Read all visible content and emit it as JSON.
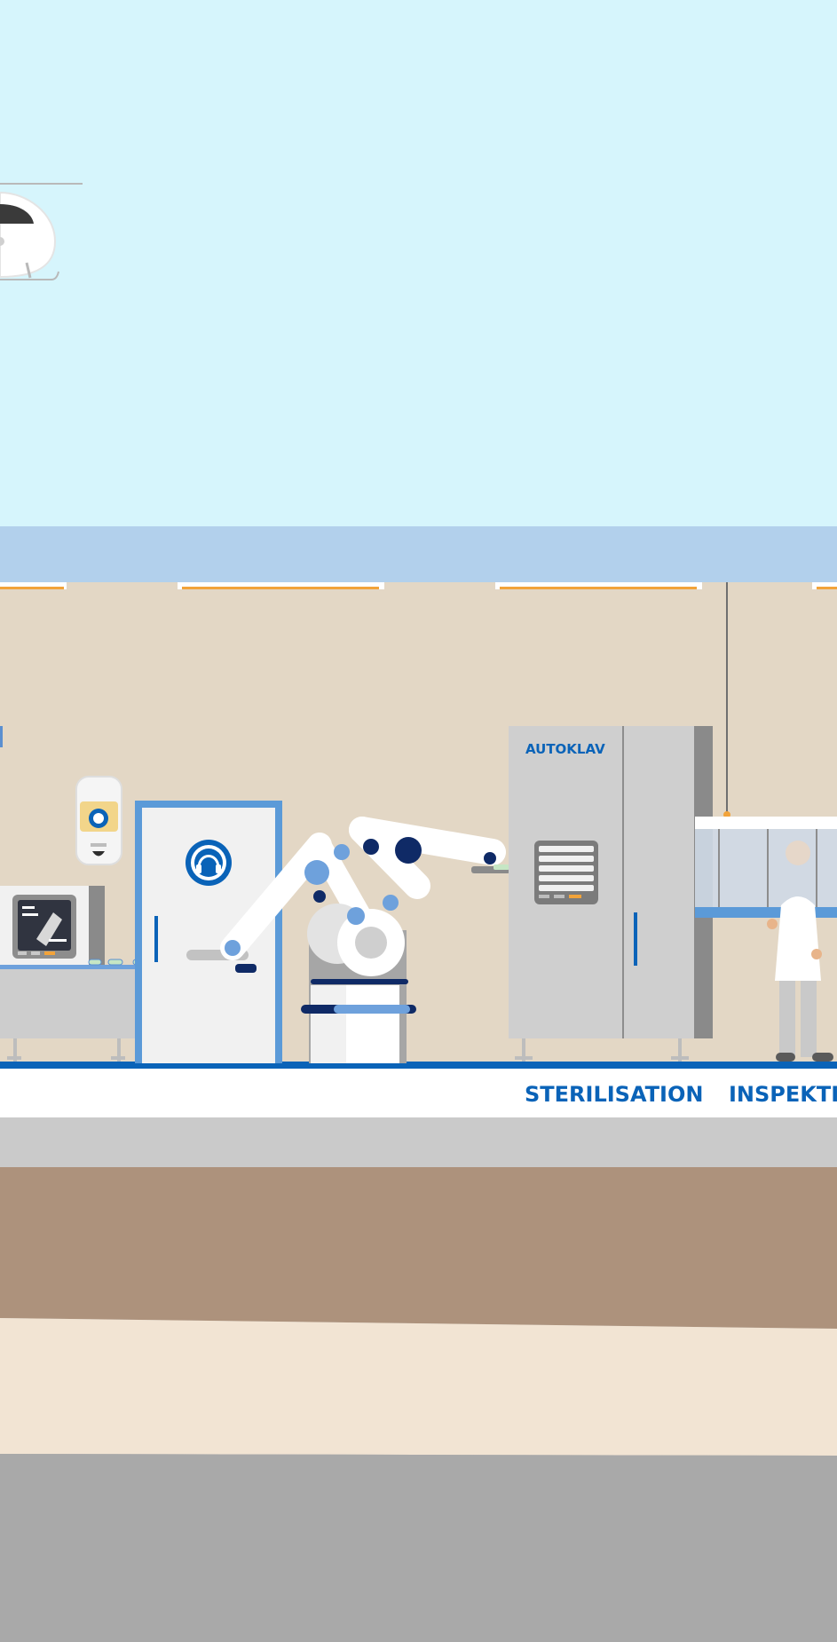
{
  "machines": {
    "autoclave_label": "AUTOKLAV"
  },
  "sections": {
    "sterilisation": "STERILISATION",
    "inspection": "INSPEKTIO"
  },
  "colors": {
    "sky": "#d6f5fc",
    "ceiling": "#b2d0ec",
    "wall": "#e3d7c5",
    "brand_blue": "#0a63b8",
    "floor_grey": "#cacaca",
    "ground_brown": "#ad927c",
    "sand": "#f2e4d3",
    "road": "#a9a9a9",
    "accent_orange": "#f2a33a"
  },
  "icons": [
    "hearing-protection-icon",
    "pipette-screen-icon",
    "helicopter-icon",
    "robot-arm-icon",
    "lab-worker-icon"
  ]
}
